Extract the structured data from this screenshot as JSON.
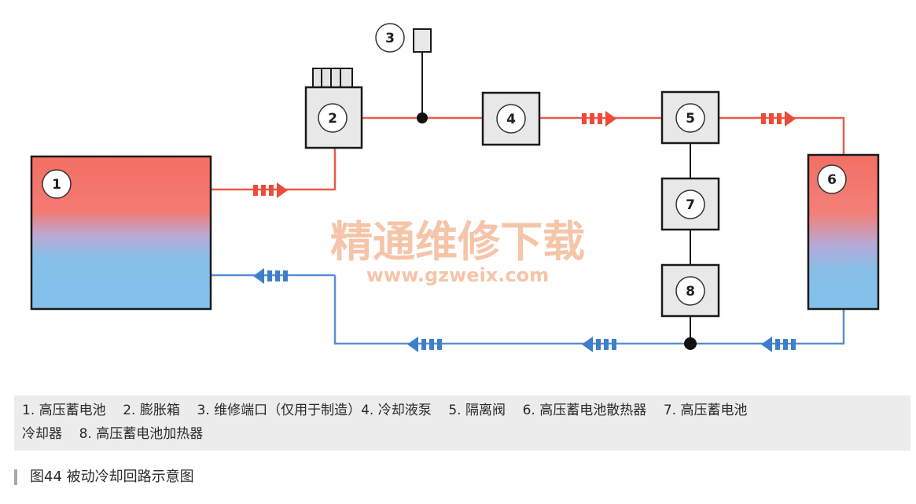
{
  "diagram": {
    "components": [
      {
        "id": "1",
        "label": "1"
      },
      {
        "id": "2",
        "label": "2"
      },
      {
        "id": "3",
        "label": "3"
      },
      {
        "id": "4",
        "label": "4"
      },
      {
        "id": "5",
        "label": "5"
      },
      {
        "id": "6",
        "label": "6"
      },
      {
        "id": "7",
        "label": "7"
      },
      {
        "id": "8",
        "label": "8"
      }
    ],
    "watermark": {
      "title": "精通维修下载",
      "url": "www.gzweix.com"
    },
    "colors": {
      "hot": "#ee4a3a",
      "cold": "#3d7fc9",
      "line_red": "#ef5a4a",
      "line_blue": "#5a8fd0",
      "watermark": "#f4b593"
    }
  },
  "legend": {
    "line1": "1. 高压蓄电池    2. 膨胀箱    3. 维修端口（仅用于制造）4. 冷却液泵    5. 隔离阀    6. 高压蓄电池散热器    7. 高压蓄电池",
    "line2": "冷却器    8. 高压蓄电池加热器"
  },
  "caption": {
    "text": "图44    被动冷却回路示意图"
  }
}
